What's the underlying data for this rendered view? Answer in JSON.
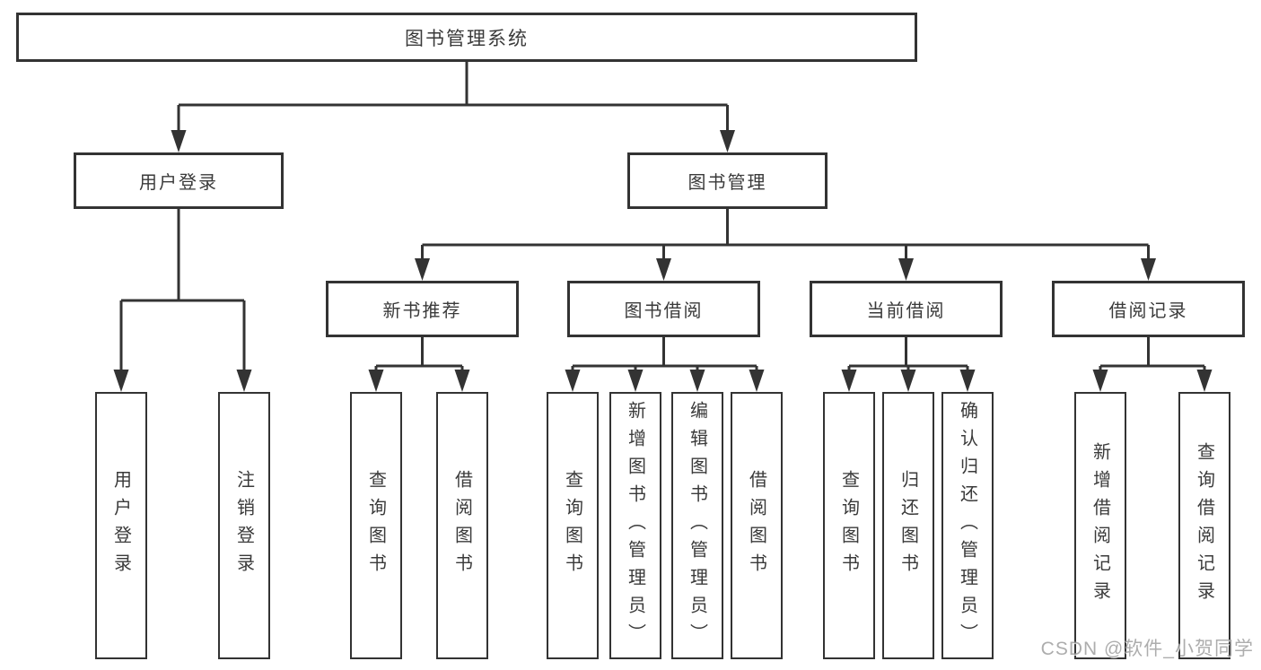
{
  "tree": {
    "label": "图书管理系统",
    "children": [
      {
        "label": "用户登录",
        "children": [
          {
            "label": "用户登录"
          },
          {
            "label": "注销登录"
          }
        ]
      },
      {
        "label": "图书管理",
        "children": [
          {
            "label": "新书推荐",
            "children": [
              {
                "label": "查询图书"
              },
              {
                "label": "借阅图书"
              }
            ]
          },
          {
            "label": "图书借阅",
            "children": [
              {
                "label": "查询图书"
              },
              {
                "label": "新增图书（管理员）"
              },
              {
                "label": "编辑图书（管理员）"
              },
              {
                "label": "借阅图书"
              }
            ]
          },
          {
            "label": "当前借阅",
            "children": [
              {
                "label": "查询图书"
              },
              {
                "label": "归还图书"
              },
              {
                "label": "确认归还（管理员）"
              }
            ]
          },
          {
            "label": "借阅记录",
            "children": [
              {
                "label": "新增借阅记录"
              },
              {
                "label": "查询借阅记录"
              }
            ]
          }
        ]
      }
    ]
  },
  "watermark": "CSDN @软件_小贺同学",
  "colors": {
    "line": "#333333",
    "text": "#3a3a3a",
    "background": "#ffffff",
    "watermark": "#9f9f9f"
  }
}
